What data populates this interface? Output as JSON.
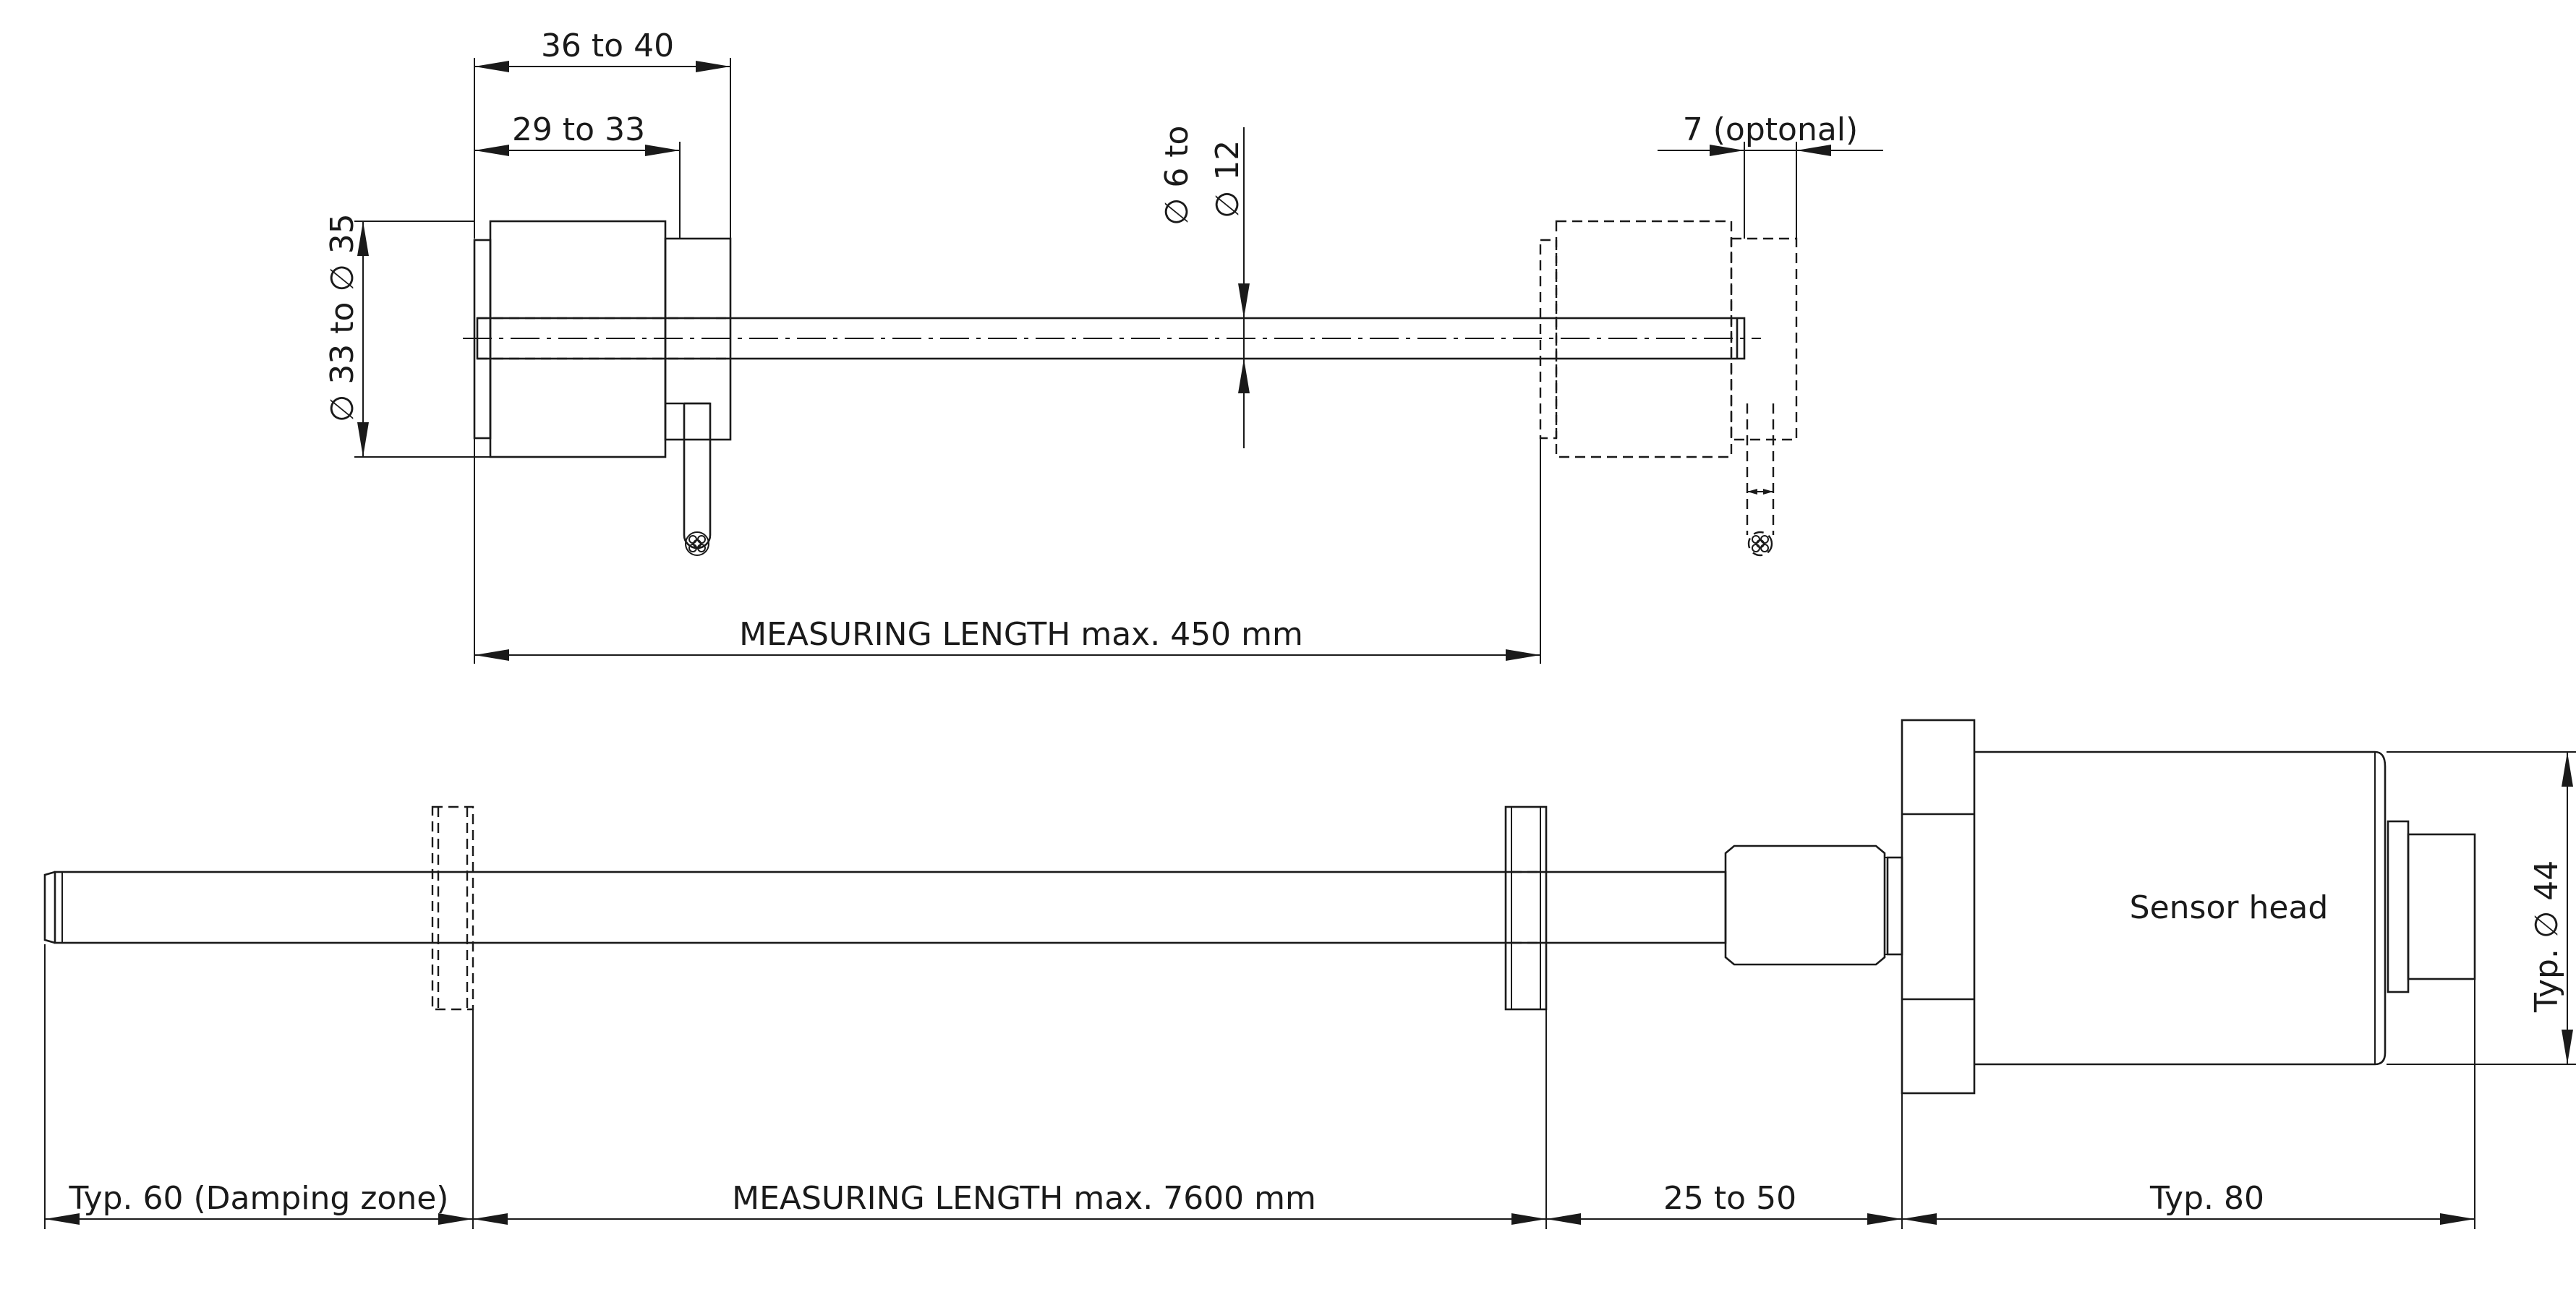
{
  "labels": {
    "len_36_40": "36 to 40",
    "len_29_33": "29 to 33",
    "dia_rod_top": "∅ 6 to",
    "dia_rod_bottom": "∅ 12",
    "optional_7": "7 (optonal)",
    "dia_float": "∅ 33 to  ∅ 35",
    "measuring_top": "MEASURING LENGTH  max. 450 mm",
    "damping": "Typ. 60 (Damping zone)",
    "measuring_bottom": "MEASURING LENGTH max. 7600 mm",
    "range_25_50": "25 to 50",
    "typ_80": "Typ.  80",
    "sensor_head": "Sensor head",
    "dia_44": "Typ. ∅ 44"
  }
}
